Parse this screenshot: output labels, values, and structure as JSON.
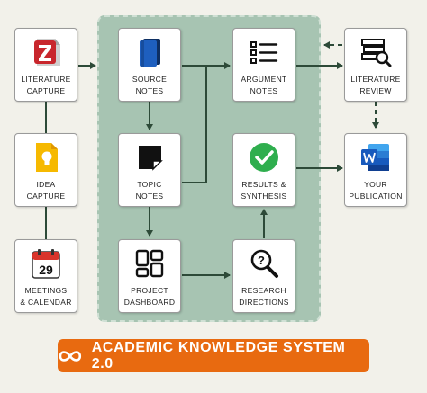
{
  "nodes": {
    "literature_capture": "LITERATURE\nCAPTURE",
    "idea_capture": "IDEA\nCAPTURE",
    "meetings_calendar": "MEETINGS\n& CALENDAR",
    "source_notes": "SOURCE\nNOTES",
    "topic_notes": "TOPIC\nNOTES",
    "project_dashboard": "PROJECT\nDASHBOARD",
    "argument_notes": "ARGUMENT\nNOTES",
    "results_synthesis": "RESULTS &\nSYNTHESIS",
    "research_directions": "RESEARCH\nDIRECTIONS",
    "literature_review": "LITERATURE\nREVIEW",
    "your_publication": "YOUR\nPUBLICATION"
  },
  "calendar_day": "29",
  "title": "ACADEMIC KNOWLEDGE SYSTEM 2.0",
  "colors": {
    "background": "#f2f1ea",
    "panel": "#a7c4b2",
    "arrow": "#2d4a38",
    "banner": "#e86a10",
    "check": "#2fae4e",
    "word": "#1f5fbf"
  }
}
